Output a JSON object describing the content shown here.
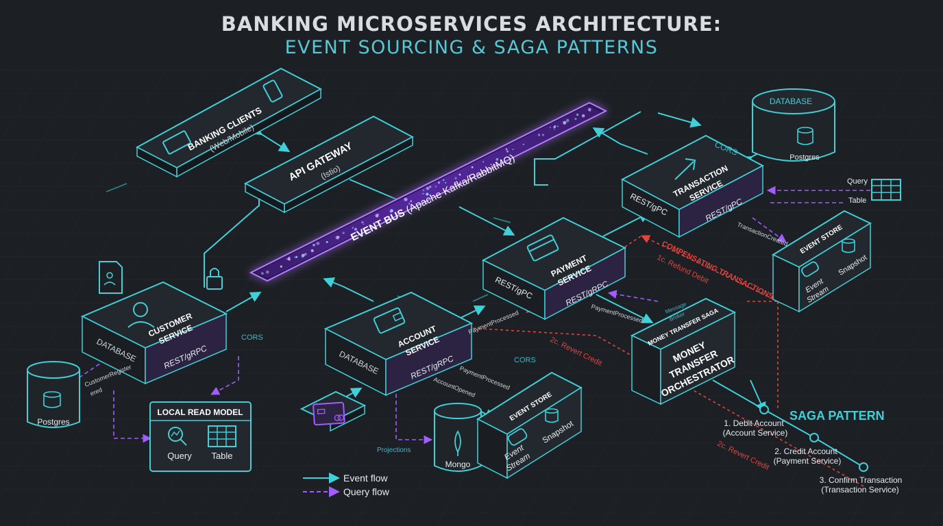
{
  "title": "BANKING MICROSERVICES ARCHITECTURE:",
  "subtitle": "EVENT SOURCING & SAGA PATTERNS",
  "colors": {
    "background": "#1c1f24",
    "cyan": "#3fd0d8",
    "purple": "#a35cff",
    "red": "#e5443b",
    "box": "#23282e",
    "boxSide": "#15191d"
  },
  "nodes": {
    "banking_clients": {
      "name": "BANKING CLIENTS",
      "sub": "(Web/Mobile)"
    },
    "api_gateway": {
      "name": "API GATEWAY",
      "sub": "(Istio)"
    },
    "event_bus": {
      "name": "EVENT BUS",
      "sub": "(Apache Kafka/RabbitMQ)"
    },
    "customer_service": {
      "name": "CUSTOMER",
      "name2": "SERVICE",
      "left": "DATABASE",
      "right": "REST/gRPC"
    },
    "account_service": {
      "name": "ACCOUNT",
      "name2": "SERVICE",
      "left": "DATABASE",
      "right": "REST/gRPC"
    },
    "payment_service": {
      "name": "PAYMENT",
      "name2": "SERVICE",
      "left": "REST/gPC",
      "right": "REST/gRPC"
    },
    "transaction_service": {
      "name": "TRANSACTION",
      "name2": "SERVICE",
      "left": "REST/gPC",
      "right": "REST/gPC"
    },
    "orchestrator": {
      "header": "MONEY TRANSFER SAGA",
      "line1": "MONEY",
      "line2": "TRANSFER",
      "line3": "ORCHESTRATOR"
    },
    "event_store_top": {
      "name": "EVENT STORE",
      "item1": "Event",
      "item1b": "Stream",
      "item2": "Snapshot"
    },
    "event_store_bottom": {
      "name": "EVENT STORE",
      "item1": "Event",
      "item1b": "Stream",
      "item2": "Snapshot"
    },
    "database_top": {
      "name": "DATABASE",
      "sub": "Postgres"
    },
    "postgres_left": {
      "name": "Postgres"
    },
    "mongo": {
      "name": "Mongo"
    },
    "local_read_model": {
      "name": "LOCAL READ MODEL",
      "item1": "Query",
      "item2": "Table"
    },
    "query_table_right": {
      "item1": "Query",
      "item2": "Table"
    }
  },
  "labels": {
    "cors_left": "CORS",
    "cors_mid": "CORS",
    "cors_top": "CORS",
    "payment_processed_1": "PaymentProcessed",
    "payment_processed_2": "PaymentProcessed",
    "payment_processed_3": "PaymentProcessed",
    "account_opened": "AccountOpened",
    "transaction_created": "TransactionCreated",
    "customer_registered_1": "CustomerRegister",
    "customer_registered_2": "ered",
    "message_broker_1": "Message",
    "message_broker_2": "Broker",
    "compensating": "COMPENSATING TRANSACTIONS",
    "refund_debit": "1c. Refund Debit",
    "revert_credit_1": "2c. Revert Credit",
    "revert_credit_2": "2c. Revert Credit",
    "projections": "Projections"
  },
  "saga": {
    "title": "SAGA PATTERN",
    "steps": [
      {
        "line1": "1. Debit Account",
        "line2": "(Account Service)"
      },
      {
        "line1": "2. Credit Account",
        "line2": "(Payment Service)"
      },
      {
        "line1": "3. Confirm Transaction",
        "line2": "(Transaction Service)"
      }
    ]
  },
  "legend": {
    "event_flow": "Event flow",
    "query_flow": "Query flow"
  }
}
